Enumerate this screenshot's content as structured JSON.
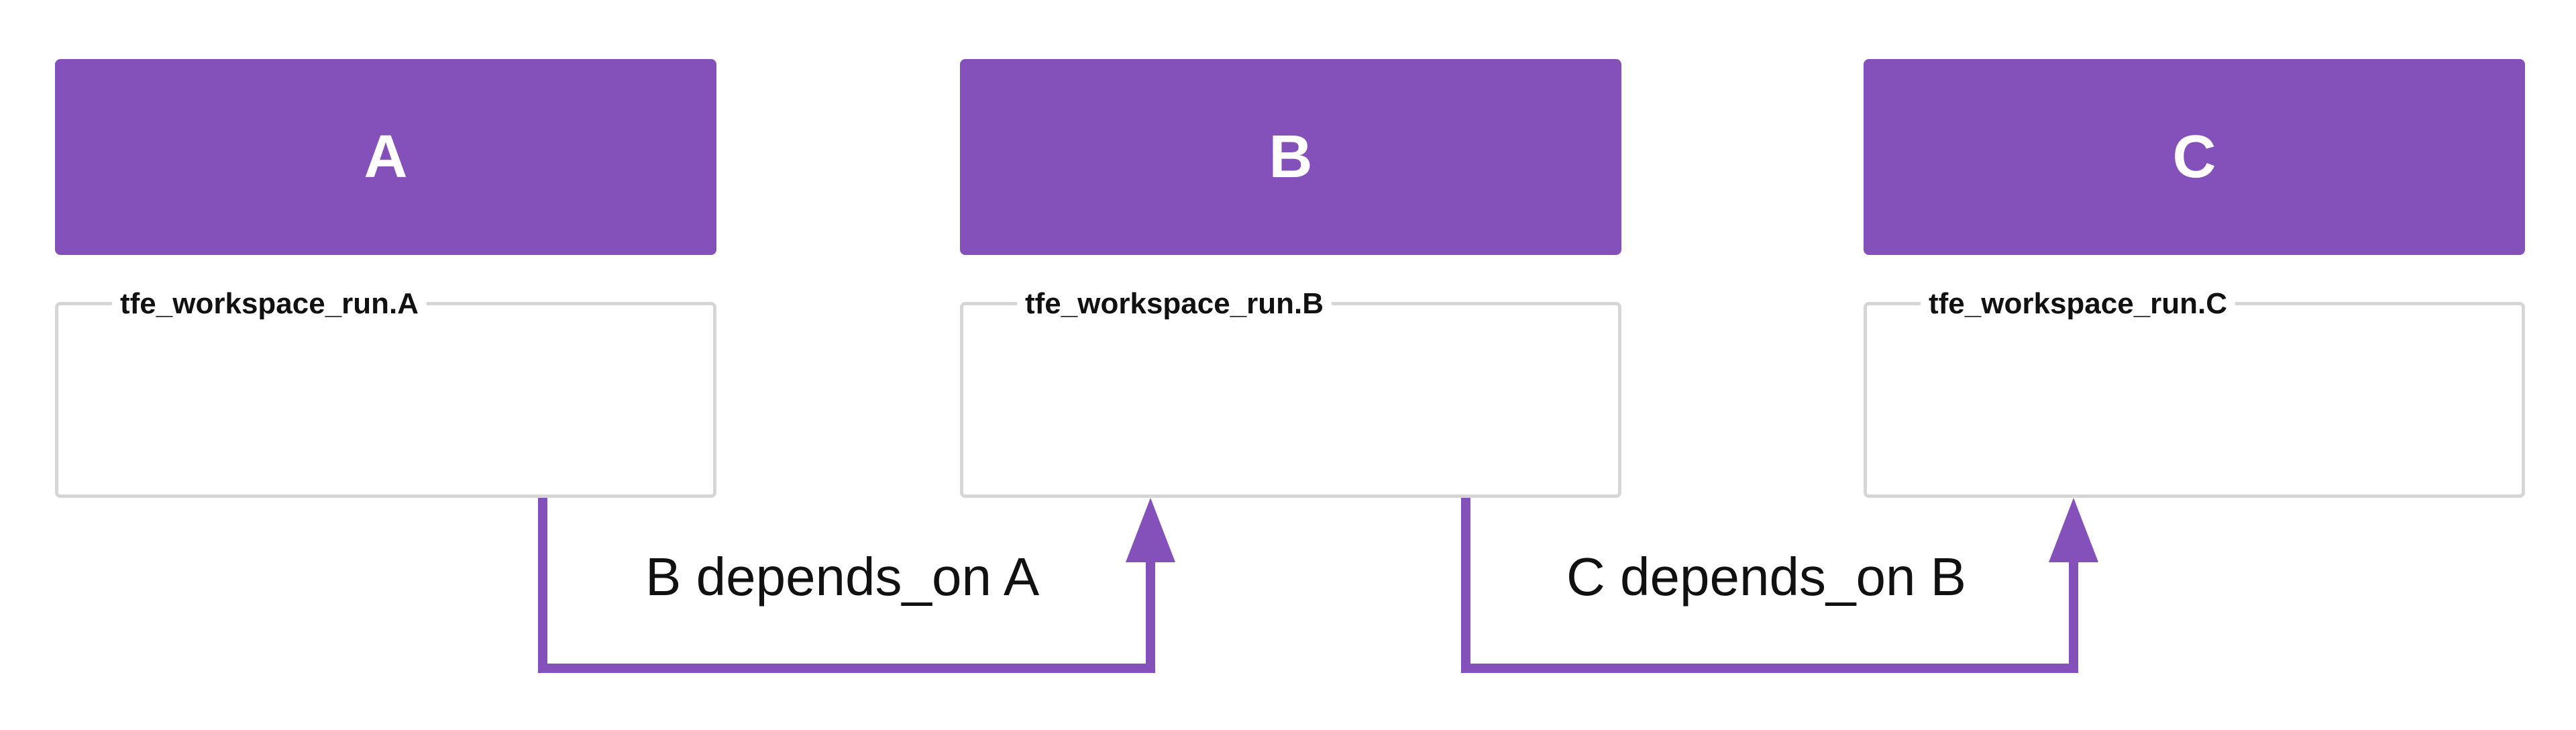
{
  "colors": {
    "accent": "#8451bb",
    "box_border": "#d6d6d6"
  },
  "workspaces": [
    {
      "header": "A",
      "resource": "tfe_workspace_run.A"
    },
    {
      "header": "B",
      "resource": "tfe_workspace_run.B"
    },
    {
      "header": "C",
      "resource": "tfe_workspace_run.C"
    }
  ],
  "dependencies": [
    {
      "label": "B depends_on A",
      "from": "A",
      "to": "B"
    },
    {
      "label": "C depends_on B",
      "from": "B",
      "to": "C"
    }
  ]
}
